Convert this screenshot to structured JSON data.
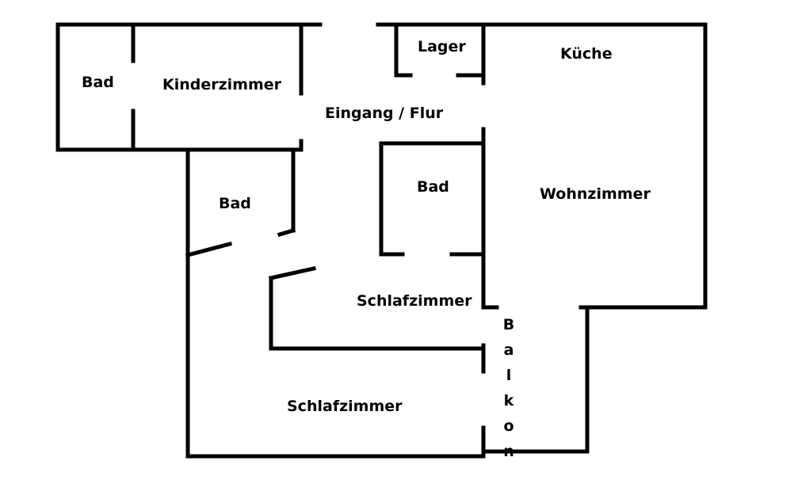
{
  "colors": {
    "wall": "#000000",
    "background": "#ffffff"
  },
  "rooms": {
    "bad_left": "Bad",
    "kinderzimmer": "Kinderzimmer",
    "lager": "Lager",
    "kueche": "Küche",
    "eingang_flur": "Eingang / Flur",
    "bad_middle_left": "Bad",
    "bad_center": "Bad",
    "wohnzimmer": "Wohnzimmer",
    "schlafzimmer_upper": "Schlafzimmer",
    "schlafzimmer_lower": "Schlafzimmer",
    "balkon_letters": [
      "B",
      "a",
      "l",
      "k",
      "o",
      "n"
    ]
  }
}
